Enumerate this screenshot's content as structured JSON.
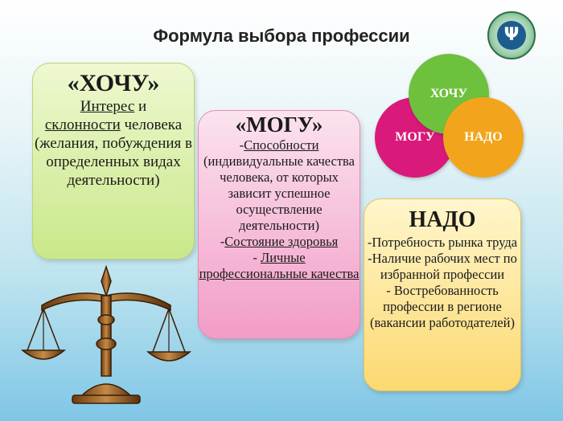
{
  "title": "Формула выбора профессии",
  "venn": {
    "top": "ХОЧУ",
    "left": "МОГУ",
    "right": "НАДО",
    "colors": {
      "top": "#6dc13d",
      "left": "#d91a7a",
      "right": "#f2a51c"
    }
  },
  "want": {
    "heading": "«ХОЧУ»",
    "interest": "Интерес",
    "and": " и",
    "inclinations": "склонности",
    "rest": "человека (желания, побуждения в определенных видах деятельности)"
  },
  "can": {
    "heading": "«МОГУ»",
    "dash1": "-",
    "abilities": "Способности",
    "abilities_desc": "(индивидуальные качества человека, от которых зависит успешное осуществление деятельности)",
    "dash2": "-",
    "health": "Состояние здоровья",
    "dash3": "- ",
    "personal": "Личные профессиональные качества"
  },
  "must": {
    "heading": "НАДО",
    "line1": "-Потребность рынка труда",
    "line2": "-Наличие рабочих мест по избранной профессии",
    "line3": "- Востребованность профессии в регионе (вакансии работодателей)"
  }
}
